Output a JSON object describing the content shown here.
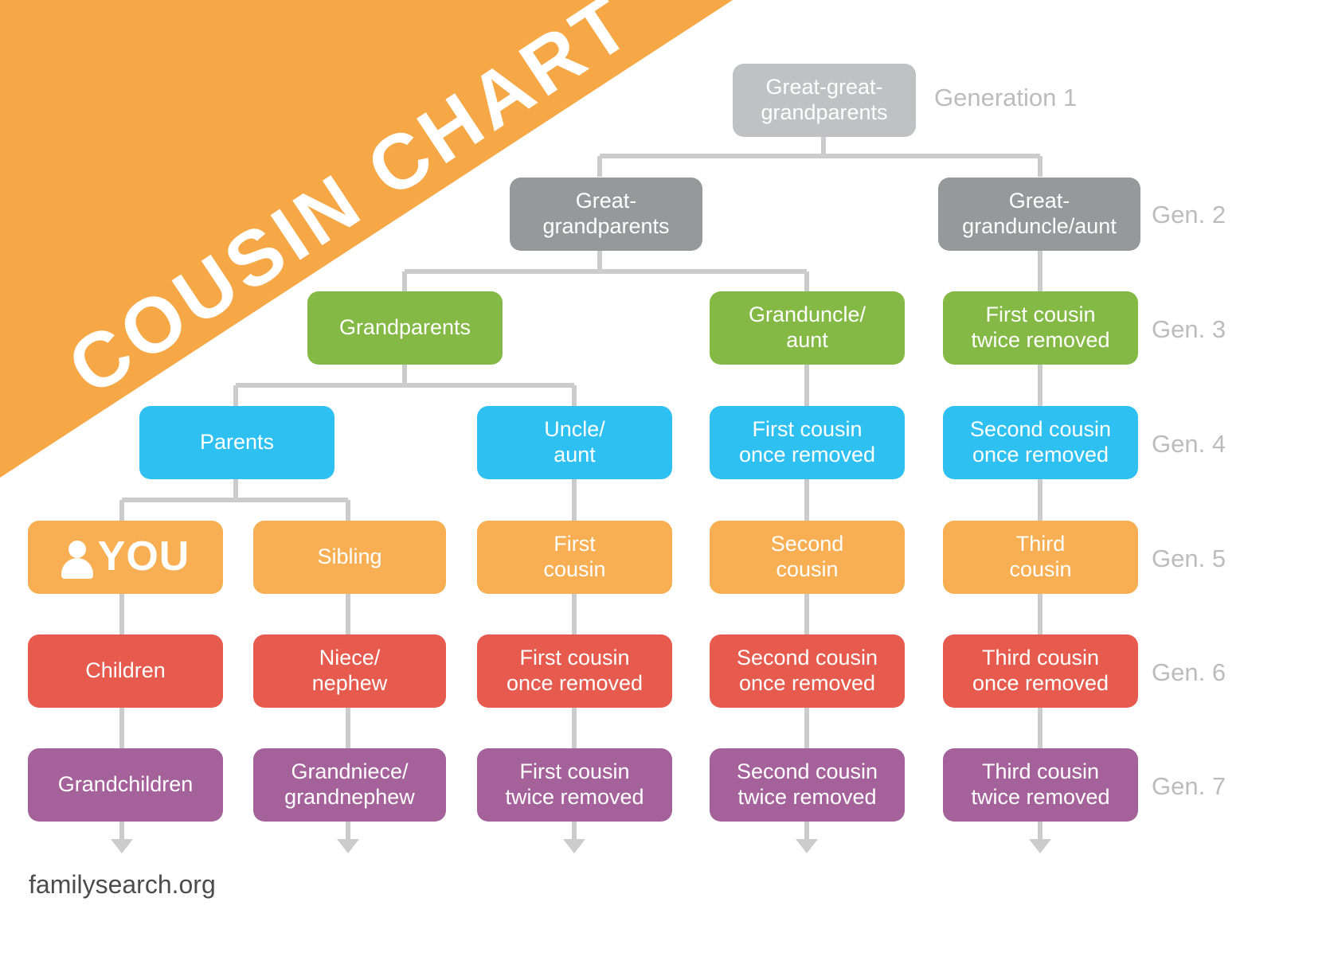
{
  "banner": {
    "title": "COUSIN CHART",
    "color": "#f6a846"
  },
  "footer": {
    "url": "familysearch.org"
  },
  "generation_labels": [
    {
      "id": "gen1",
      "label": "Generation 1"
    },
    {
      "id": "gen2",
      "label": "Gen. 2"
    },
    {
      "id": "gen3",
      "label": "Gen. 3"
    },
    {
      "id": "gen4",
      "label": "Gen. 4"
    },
    {
      "id": "gen5",
      "label": "Gen. 5"
    },
    {
      "id": "gen6",
      "label": "Gen. 6"
    },
    {
      "id": "gen7",
      "label": "Gen. 7"
    }
  ],
  "row_colors": {
    "gen1": "#bfc1c3",
    "gen2": "#979899",
    "gen3": "#83b944",
    "gen4": "#2ec0f0",
    "gen5": "#f8ae52",
    "gen6": "#e75b4f",
    "gen7": "#a5629a",
    "connector": "#cccccc",
    "footer_text": "#4c4c4c",
    "gen_label_text": "#bcbcbc"
  },
  "nodes": {
    "n_ggg": "Great-great-\ngrandparents",
    "n_gg": "Great-\ngrandparents",
    "n_ggua": "Great-\ngranduncle/aunt",
    "n_gp": "Grandparents",
    "n_gua": "Granduncle/\naunt",
    "n_fc2r_g3": "First cousin\ntwice removed",
    "n_parents": "Parents",
    "n_uncle": "Uncle/\naunt",
    "n_fc1r_g4": "First cousin\nonce removed",
    "n_sc1r_g4": "Second cousin\nonce removed",
    "n_you": "YOU",
    "n_sibling": "Sibling",
    "n_fc": "First\ncousin",
    "n_sc": "Second\ncousin",
    "n_tc": "Third\ncousin",
    "n_children": "Children",
    "n_niece": "Niece/\nnephew",
    "n_fc1r_g6": "First cousin\nonce removed",
    "n_sc1r_g6": "Second cousin\nonce removed",
    "n_tc1r_g6": "Third cousin\nonce removed",
    "n_grandchildren": "Grandchildren",
    "n_grandniece": "Grandniece/\ngrandnephew",
    "n_fc2r_g7": "First cousin\ntwice removed",
    "n_sc2r_g7": "Second cousin\ntwice removed",
    "n_tc2r_g7": "Third cousin\ntwice removed"
  },
  "chart_data": {
    "type": "diagram",
    "title": "COUSIN CHART",
    "source": "familysearch.org",
    "generations": [
      {
        "generation": 1,
        "label": "Generation 1",
        "color": "#bfc1c3",
        "boxes": [
          "Great-great-grandparents"
        ]
      },
      {
        "generation": 2,
        "label": "Gen. 2",
        "color": "#979899",
        "boxes": [
          "Great-grandparents",
          "Great-granduncle/aunt"
        ]
      },
      {
        "generation": 3,
        "label": "Gen. 3",
        "color": "#83b944",
        "boxes": [
          "Grandparents",
          "Granduncle/aunt",
          "First cousin twice removed"
        ]
      },
      {
        "generation": 4,
        "label": "Gen. 4",
        "color": "#2ec0f0",
        "boxes": [
          "Parents",
          "Uncle/aunt",
          "First cousin once removed",
          "Second cousin once removed"
        ]
      },
      {
        "generation": 5,
        "label": "Gen. 5",
        "color": "#f8ae52",
        "boxes": [
          "YOU",
          "Sibling",
          "First cousin",
          "Second cousin",
          "Third cousin"
        ]
      },
      {
        "generation": 6,
        "label": "Gen. 6",
        "color": "#e75b4f",
        "boxes": [
          "Children",
          "Niece/nephew",
          "First cousin once removed",
          "Second cousin once removed",
          "Third cousin once removed"
        ]
      },
      {
        "generation": 7,
        "label": "Gen. 7",
        "color": "#a5629a",
        "boxes": [
          "Grandchildren",
          "Grandniece/grandnephew",
          "First cousin twice removed",
          "Second cousin twice removed",
          "Third cousin twice removed"
        ]
      }
    ],
    "edges": [
      {
        "from": "Great-great-grandparents",
        "to": "Great-grandparents"
      },
      {
        "from": "Great-great-grandparents",
        "to": "Great-granduncle/aunt"
      },
      {
        "from": "Great-grandparents",
        "to": "Grandparents"
      },
      {
        "from": "Great-grandparents",
        "to": "Granduncle/aunt"
      },
      {
        "from": "Great-granduncle/aunt",
        "to": "First cousin twice removed"
      },
      {
        "from": "Grandparents",
        "to": "Parents"
      },
      {
        "from": "Grandparents",
        "to": "Uncle/aunt"
      },
      {
        "from": "Granduncle/aunt",
        "to": "First cousin once removed"
      },
      {
        "from": "First cousin twice removed",
        "to": "Second cousin once removed"
      },
      {
        "from": "Parents",
        "to": "YOU"
      },
      {
        "from": "Parents",
        "to": "Sibling"
      },
      {
        "from": "Uncle/aunt",
        "to": "First cousin"
      },
      {
        "from": "First cousin once removed",
        "to": "Second cousin"
      },
      {
        "from": "Second cousin once removed",
        "to": "Third cousin"
      },
      {
        "from": "YOU",
        "to": "Children"
      },
      {
        "from": "Sibling",
        "to": "Niece/nephew"
      },
      {
        "from": "First cousin",
        "to": "First cousin once removed"
      },
      {
        "from": "Second cousin",
        "to": "Second cousin once removed"
      },
      {
        "from": "Third cousin",
        "to": "Third cousin once removed"
      },
      {
        "from": "Children",
        "to": "Grandchildren"
      },
      {
        "from": "Niece/nephew",
        "to": "Grandniece/grandnephew"
      },
      {
        "from": "First cousin once removed",
        "to": "First cousin twice removed"
      },
      {
        "from": "Second cousin once removed",
        "to": "Second cousin twice removed"
      },
      {
        "from": "Third cousin once removed",
        "to": "Third cousin twice removed"
      }
    ]
  }
}
